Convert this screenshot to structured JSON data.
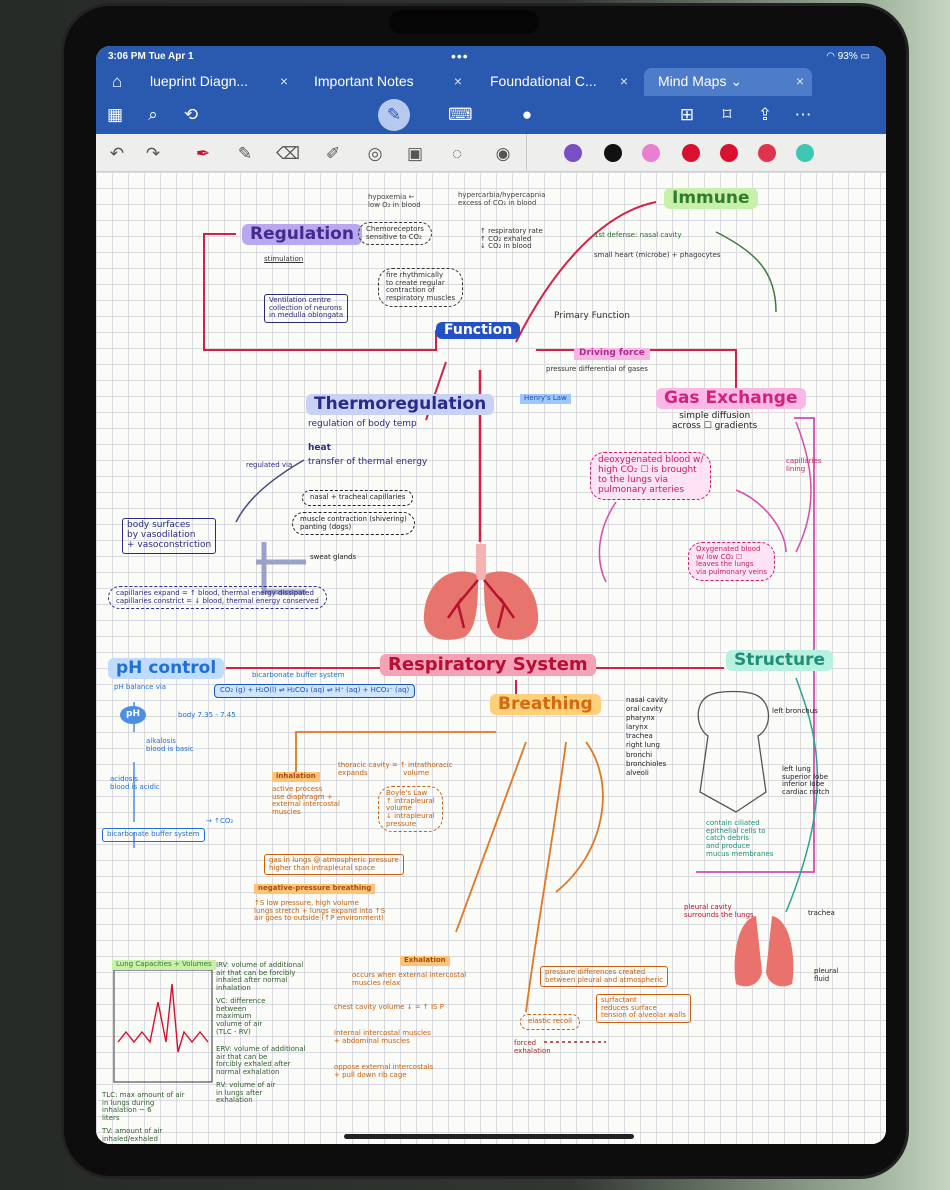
{
  "status": {
    "time": "3:06 PM  Tue Apr 1",
    "dots": "•••",
    "battery": "93%"
  },
  "tabs": [
    {
      "label": "lueprint Diagn...",
      "active": false
    },
    {
      "label": "Important Notes",
      "active": false
    },
    {
      "label": "Foundational C...",
      "active": false
    },
    {
      "label": "Mind Maps ⌄",
      "active": true
    }
  ],
  "toolbar_icons": [
    "grid-icon",
    "search-icon",
    "rotate-icon",
    "pen-mode-icon",
    "keyboard-icon",
    "mic-icon",
    "add-page-icon",
    "bookmark-icon",
    "share-icon",
    "more-icon"
  ],
  "pen_tools": [
    "undo-icon",
    "redo-icon",
    "pen-icon",
    "pencil-icon",
    "eraser-icon",
    "highlighter-icon",
    "shapes-icon",
    "lasso-icon",
    "comment-icon",
    "laser-icon"
  ],
  "colors": [
    "#7a4fc4",
    "#111111",
    "#e87fd0",
    "#d8112e",
    "#d8112e",
    "#e0344e",
    "#3fc6b3"
  ],
  "notes": {
    "regulation": "Regulation",
    "stimulation": "stimulation",
    "vent_center": "Ventilation centre\ncollection of neurons\nin medulla oblongata",
    "hypoxemia": "hypoxemia ←\nlow O₂ in blood",
    "hypercarbia": "hypercarbia/hypercapnia\nexcess of CO₂ in blood",
    "chemo": "Chemoreceptors\nsensitive to CO₂",
    "resp_rate": "↑ respiratory rate\n↑ CO₂ exhaled\n↓ CO₂ in blood",
    "fire": "fire rhythmically\nto create regular\ncontraction of\nrespiratory muscles",
    "function": "Function",
    "immune": "Immune",
    "immune1": "1st defense: nasal cavity",
    "immune2": "small heart (microbe) + phagocytes",
    "primary": "Primary Function",
    "driving": "Driving force",
    "driving_desc": "pressure differential of gases",
    "henry": "Henry's Law",
    "gas": "Gas Exchange",
    "gas_desc": "simple diffusion\nacross ☐ gradients",
    "deox": "deoxygenated blood w/\nhigh CO₂ ☐ is brought\nto the lungs via\npulmonary arteries",
    "oxy": "Oxygenated blood\nw/ low CO₂ ☐\nleaves the lungs\nvia pulmonary veins",
    "capillaries": "capillaries\nlining",
    "thermo": "Thermoregulation",
    "thermo_desc": "regulation of body temp",
    "heat": "heat",
    "heat_desc": "transfer of thermal energy",
    "regulated": "regulated via",
    "body_surface": "body surfaces\nby vasodilation\n+ vasoconstriction",
    "nasal": "nasal + tracheal capillaries",
    "muscle": "muscle contraction (shivering)\npanting (dogs)",
    "sweat": "sweat glands",
    "cap_expand": "capillaries expand = ↑ blood, thermal energy dissipated\ncapillaries constrict = ↓ blood, thermal energy conserved",
    "resp_system": "Respiratory System",
    "ph": "pH control",
    "ph_balance": "pH balance via",
    "bicarb": "bicarbonate buffer system",
    "equation": "CO₂ (g) + H₂O(l) ⇌ H₂CO₃ (aq) ⇌ H⁺ (aq) + HCO₃⁻ (aq)",
    "ph_label": "pH",
    "ph_range": "body 7.35 - 7.45",
    "alkalosis": "alkalosis\nblood is basic",
    "acidosis": "acidosis\nblood is acidic",
    "co2_label": "→ ↑CO₂",
    "buffer": "bicarbonate buffer system",
    "structure": "Structure",
    "breathing": "Breathing",
    "inhalation": "inhalation",
    "inhal_desc": "active process\nuse diaphragm +\nexternal intercostal\nmuscles",
    "thoracic": "thoracic cavity = ↑ intrathoracic\nexpands                volume",
    "boyle": "Boyle's Law\n↑ intrapleural\nvolume\n↓ intrapleural\npressure",
    "gas_lungs": "gas in lungs @ atmospheric pressure\nhigher than intrapleural space",
    "neg_pressure": "negative-pressure breathing",
    "neg_desc": "↑S low pressure, high volume\nlungs stretch + lungs expand into ↑S\nair goes to outside (↑P environment)",
    "exhalation": "Exhalation",
    "exhal_desc": "occurs when external intercostal\nmuscles relax",
    "chest": "chest cavity volume ↓ = ↑ IS P",
    "internal": "internal intercostal muscles\n+ abdominal muscles",
    "oppose": "oppose external intercostals\n+ pull down rib cage",
    "elastic": "elastic recoil",
    "forced": "forced\nexhalation",
    "lung_cap": "Lung Capacities + Volumes",
    "tlc": "TLC: max amount of air\nin lungs during\ninhalation ~ 6\nliters",
    "tv": "TV: amount of air\ninhaled/exhaled",
    "irv": "IRV: volume of additional\nair that can be forcibly\ninhaled after normal\ninhalation",
    "vc": "VC: difference\nbetween\nmaximum\nvolume of air\n(TLC - RV)",
    "erv": "ERV: volume of additional\nair that can be\nforcibly exhaled after\nnormal exhalation",
    "rv": "RV: volume of air\nin lungs after\nexhalation",
    "struct_labels": "nasal cavity\noral cavity\npharynx\nlarynx\ntrachea\nright lung\nbronchi\nbronchioles\nalveoli",
    "left_bronchi": "left bronchus",
    "left_lung": "left lung\nsuperior lobe\ninferior lobe\ncardiac notch",
    "cilia": "contain ciliated\nepithelial cells to\ncatch debris\nand produce\nmucus membranes",
    "pressure_box": "pressure differences created\nbetween pleural and atmospheric",
    "surfactant": "surfactant\nreduces surface\ntension of alveolar walls",
    "pleural": "pleural cavity\nsurrounds the lungs",
    "trachea_label": "trachea",
    "pleural_fluid": "pleural\nfluid"
  }
}
